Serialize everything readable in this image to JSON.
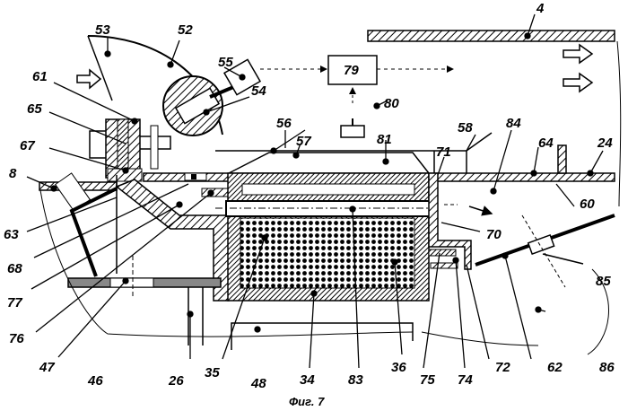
{
  "figure": {
    "caption": "Фиг. 7",
    "labels": {
      "l4": "4",
      "l8": "8",
      "l24": "24",
      "l26": "26",
      "l34": "34",
      "l35": "35",
      "l36": "36",
      "l46": "46",
      "l47": "47",
      "l48": "48",
      "l52": "52",
      "l53": "53",
      "l54": "54",
      "l55": "55",
      "l56": "56",
      "l57": "57",
      "l58": "58",
      "l60": "60",
      "l61": "61",
      "l62": "62",
      "l63": "63",
      "l64": "64",
      "l65": "65",
      "l67": "67",
      "l68": "68",
      "l70": "70",
      "l71": "71",
      "l72": "72",
      "l74": "74",
      "l75": "75",
      "l76": "76",
      "l77": "77",
      "l79": "79",
      "l80": "80",
      "l81": "81",
      "l83": "83",
      "l84": "84",
      "l85": "85",
      "l86": "86"
    }
  }
}
